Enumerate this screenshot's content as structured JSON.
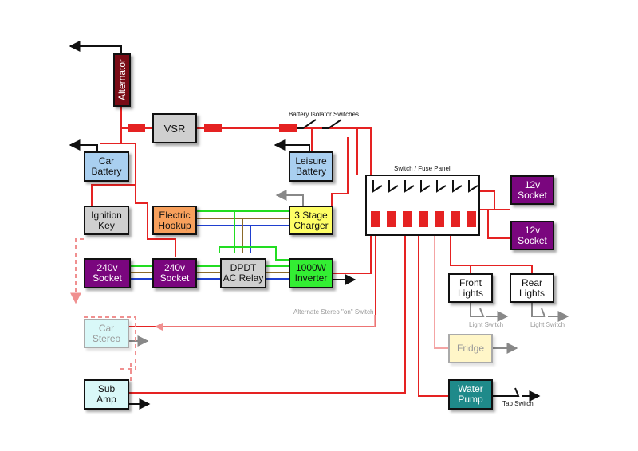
{
  "boxes": {
    "alternator": "Alternator",
    "vsr": "VSR",
    "car_battery": "Car\nBattery",
    "leisure_battery": "Leisure\nBattery",
    "ignition_key": "Ignition\nKey",
    "electric_hookup": "Electric\nHookup",
    "charger": "3 Stage\nCharger",
    "socket_240_left": "240v\nSocket",
    "socket_240_mid": "240v\nSocket",
    "ac_relay": "DPDT\nAC Relay",
    "inverter": "1000W\nInverter",
    "socket_12v_top": "12v\nSocket",
    "socket_12v_bottom": "12v\nSocket",
    "front_lights": "Front\nLights",
    "rear_lights": "Rear\nLights",
    "car_stereo": "Car\nStereo",
    "fridge": "Fridge",
    "sub_amp": "Sub\nAmp",
    "water_pump": "Water\nPump"
  },
  "labels": {
    "battery_isolator_switches": "Battery Isolator Switches",
    "switch_fuse_panel": "Switch / Fuse Panel",
    "alternate_stereo_switch": "Alternate Stereo \"on\" Switch",
    "light_switch_front": "Light Switch",
    "light_switch_rear": "Light Switch",
    "tap_switch": "Tap Switch"
  },
  "colors": {
    "positive_wire": "#e52222",
    "ground": "#111111",
    "ac_green": "#22dd22",
    "ac_brown": "#8b6a2a",
    "ac_blue": "#1f3fcf",
    "alternator_fill": "#7a0c16",
    "grey_fill": "#cfcfcf",
    "battery_fill": "#a9cff0",
    "hookup_fill": "#f7a05c",
    "charger_fill": "#ffff66",
    "purple_fill": "#7a067e",
    "inverter_fill": "#33ee33",
    "stereo_fill": "#d9f8f8",
    "fridge_fill": "#fff6c8",
    "sub_amp_fill": "#d9f8f8",
    "pump_fill": "#1f8a8a"
  }
}
